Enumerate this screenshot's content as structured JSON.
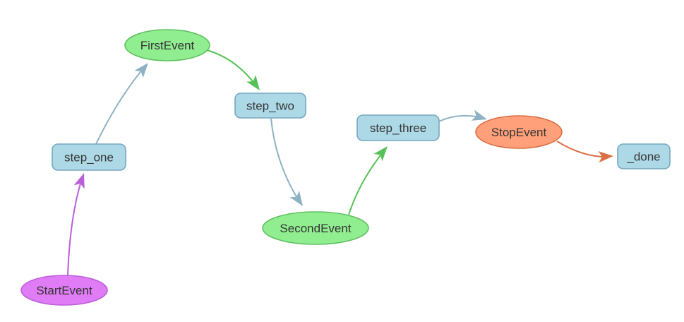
{
  "canvas": {
    "background_color": "#ffffff"
  },
  "font": {
    "color": "#343434"
  },
  "graph": {
    "nodes": [
      {
        "id": "StartEvent",
        "label": "StartEvent",
        "shape": "ellipse",
        "type": "event",
        "color": {
          "background": "#E07CF5",
          "border": "#BB5FD9"
        }
      },
      {
        "id": "step_one",
        "label": "step_one",
        "shape": "box",
        "type": "step",
        "color": {
          "background": "#ADD8E6",
          "border": "#76A7BF"
        }
      },
      {
        "id": "FirstEvent",
        "label": "FirstEvent",
        "shape": "ellipse",
        "type": "event",
        "color": {
          "background": "#90EE90",
          "border": "#5FBF5F"
        }
      },
      {
        "id": "step_two",
        "label": "step_two",
        "shape": "box",
        "type": "step",
        "color": {
          "background": "#ADD8E6",
          "border": "#76A7BF"
        }
      },
      {
        "id": "SecondEvent",
        "label": "SecondEvent",
        "shape": "ellipse",
        "type": "event",
        "color": {
          "background": "#90EE90",
          "border": "#5FBF5F"
        }
      },
      {
        "id": "step_three",
        "label": "step_three",
        "shape": "box",
        "type": "step",
        "color": {
          "background": "#ADD8E6",
          "border": "#76A7BF"
        }
      },
      {
        "id": "StopEvent",
        "label": "StopEvent",
        "shape": "ellipse",
        "type": "event",
        "color": {
          "background": "#FFA07A",
          "border": "#DB6F44"
        }
      },
      {
        "id": "_done",
        "label": "_done",
        "shape": "box",
        "type": "step",
        "color": {
          "background": "#ADD8E6",
          "border": "#76A7BF"
        }
      }
    ],
    "edges": [
      {
        "from": "StartEvent",
        "to": "step_one",
        "color": "#BB5FD9"
      },
      {
        "from": "step_one",
        "to": "FirstEvent",
        "color": "#8CB2C4"
      },
      {
        "from": "FirstEvent",
        "to": "step_two",
        "color": "#56C156"
      },
      {
        "from": "step_two",
        "to": "SecondEvent",
        "color": "#8CB2C4"
      },
      {
        "from": "SecondEvent",
        "to": "step_three",
        "color": "#56C156"
      },
      {
        "from": "step_three",
        "to": "StopEvent",
        "color": "#8CB2C4"
      },
      {
        "from": "StopEvent",
        "to": "_done",
        "color": "#DB6F44"
      }
    ]
  }
}
